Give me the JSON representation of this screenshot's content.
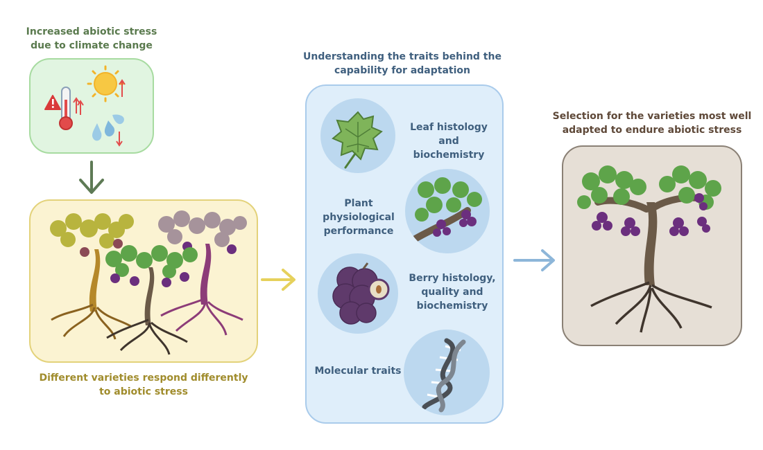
{
  "stress": {
    "title": "Increased abiotic stress\ndue to climate change",
    "icons": [
      "warning-icon",
      "thermometer-icon",
      "sun-icon",
      "water-drops-icon",
      "arrow-up-icon",
      "arrow-down-icon"
    ]
  },
  "varieties": {
    "caption": "Different varieties respond differently\nto abiotic stress"
  },
  "traits": {
    "title": "Understanding the traits behind the\ncapability for adaptation",
    "items": [
      {
        "label": "Leaf histology\nand\nbiochemistry",
        "icon": "leaf-icon"
      },
      {
        "label": "Plant\nphysiological\nperformance",
        "icon": "grapevine-branch-icon"
      },
      {
        "label": "Berry histology,\nquality and\nbiochemistry",
        "icon": "grape-berry-icon"
      },
      {
        "label": "Molecular traits",
        "icon": "dna-icon"
      }
    ]
  },
  "selection": {
    "title": "Selection for the varieties most well\nadapted to endure abiotic stress"
  },
  "colors": {
    "stress_box": "#e1f5e1",
    "varieties_box": "#fbf3d2",
    "traits_box": "#dfeefa",
    "selection_box": "#e6dfd6",
    "arrow_green": "#5e7a55",
    "arrow_yellow": "#e6d15c",
    "arrow_blue": "#8db6d9"
  }
}
